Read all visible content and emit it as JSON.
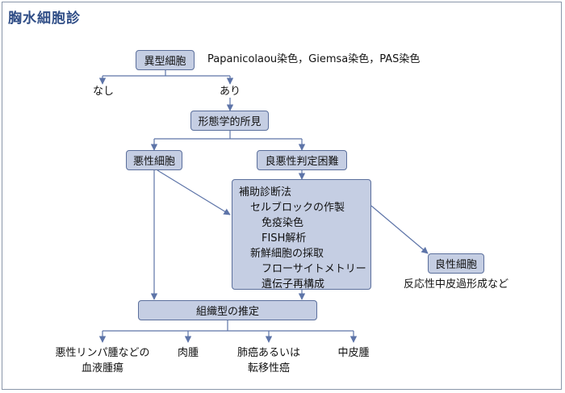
{
  "title": "胸水細胞診",
  "nodes": {
    "atypical": "異型細胞",
    "morph": "形態学的所見",
    "malignant": "悪性細胞",
    "difficult": "良悪性判定困難",
    "benign": "良性細胞",
    "histotype": "組織型の推定"
  },
  "aux_methods": {
    "heading": "補助診断法",
    "items": [
      "セルブロックの作製",
      "免疫染色",
      "FISH解析",
      "新鮮細胞の採取",
      "フローサイトメトリー",
      "遺伝子再構成"
    ]
  },
  "labels": {
    "stains": "Papanicolaou染色，Giemsa染色，PAS染色",
    "none": "なし",
    "present": "あり",
    "benign_note": "反応性中皮過形成など"
  },
  "outcomes": [
    [
      "悪性リンパ腫などの",
      "血液腫瘍"
    ],
    [
      "肉腫"
    ],
    [
      "肺癌あるいは",
      "転移性癌"
    ],
    [
      "中皮腫"
    ]
  ],
  "colors": {
    "node_fill": "#c5cee3",
    "node_border": "#5b6f9c",
    "line": "#5d74a8",
    "title": "#2f4d86"
  }
}
